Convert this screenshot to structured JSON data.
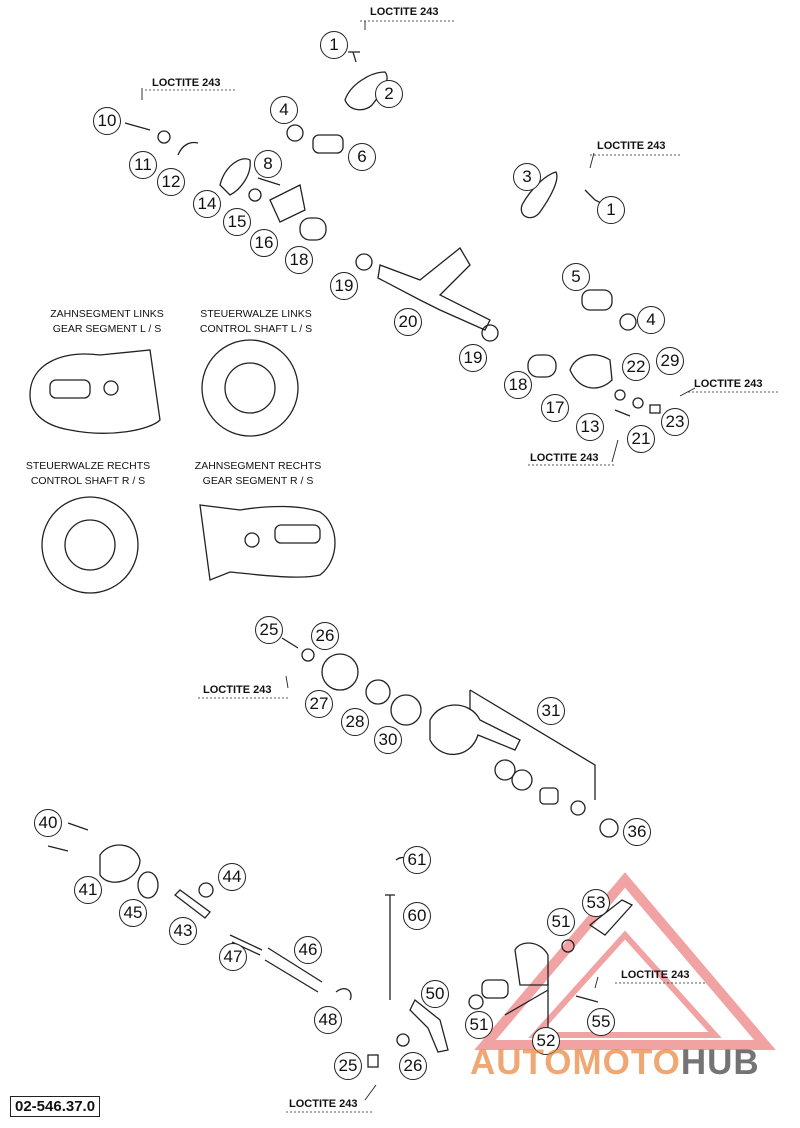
{
  "loctite_label": "LOCTITE 243",
  "doc_number": "02-546.37.0",
  "captions": {
    "gear_segment_left": [
      "ZAHNSEGMENT LINKS",
      "GEAR SEGMENT L / S"
    ],
    "control_shaft_left": [
      "STEUERWALZE LINKS",
      "CONTROL SHAFT L / S"
    ],
    "control_shaft_right": [
      "STEUERWALZE RECHTS",
      "CONTROL SHAFT R / S"
    ],
    "gear_segment_right": [
      "ZAHNSEGMENT RECHTS",
      "GEAR SEGMENT R / S"
    ]
  },
  "callouts": [
    "1",
    "2",
    "3",
    "1",
    "4",
    "6",
    "5",
    "4",
    "8",
    "10",
    "11",
    "12",
    "14",
    "15",
    "16",
    "18",
    "19",
    "20",
    "19",
    "18",
    "17",
    "13",
    "22",
    "29",
    "23",
    "21",
    "25",
    "26",
    "27",
    "28",
    "30",
    "31",
    "36",
    "40",
    "41",
    "45",
    "43",
    "44",
    "47",
    "46",
    "48",
    "61",
    "60",
    "50",
    "25",
    "26",
    "51",
    "53",
    "51",
    "52",
    "55"
  ],
  "watermark": {
    "auto": "AUTOMOTO",
    "hub": "HUB",
    "accent": "#e03030",
    "orange": "#e8782a",
    "gray": "#555555"
  }
}
